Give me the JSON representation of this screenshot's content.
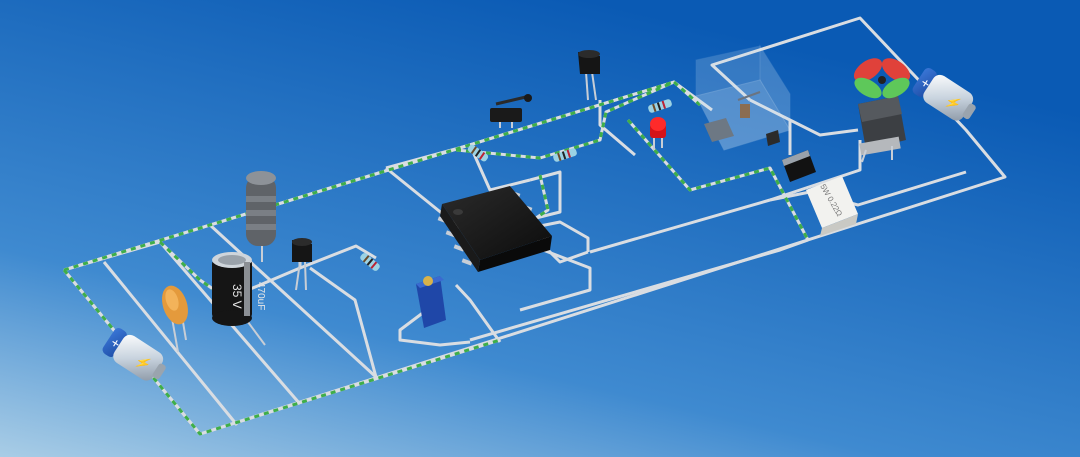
{
  "scene": {
    "background_top": "#0a5ab4",
    "background_bottom": "#a9cde6",
    "trace_color": "#d9dde2",
    "highlight_color": "#3fae49"
  },
  "components": {
    "capacitor_rating": "35 V",
    "capacitor_value": "470uF",
    "resistor_marking": "5W 0.22Ω",
    "battery_symbol_plus": "+",
    "battery_symbol_bolt": "⚡"
  }
}
